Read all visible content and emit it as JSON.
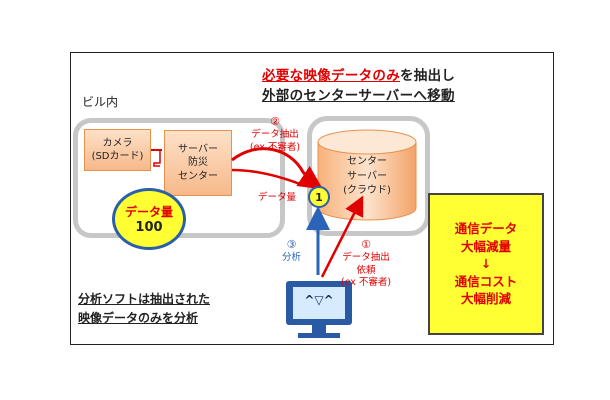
{
  "headline": {
    "line1_red": "必要な映像データのみ",
    "line1_tail": "を抽出し",
    "line2": "外部のセンターサーバーへ移動"
  },
  "building": {
    "label": "ビル内"
  },
  "camera": {
    "line1": "カメラ",
    "line2": "(SDカード)"
  },
  "disaster_server": {
    "line1": "サーバー",
    "line2": "防災",
    "line3": "センター"
  },
  "data_volume": {
    "label": "データ量",
    "value": "100"
  },
  "center_server": {
    "line1": "センター",
    "line2": "サーバー",
    "line3": "(クラウド)",
    "badge": "1"
  },
  "step2": {
    "num": "②",
    "line1": "データ抽出",
    "line2": "(ex 不審者)"
  },
  "step1": {
    "num": "①",
    "line1": "データ抽出",
    "line2": "依頼",
    "line3": "(ex 不審者)"
  },
  "step3": {
    "num": "③",
    "line1": "分析"
  },
  "arrow_label_volume": "データ量",
  "analysis_note": {
    "line1": "分析ソフトは抽出された",
    "line2": "映像データのみを分析"
  },
  "terminal_face": "^▽^",
  "result": {
    "line1": "通信データ",
    "line2": "大幅減量",
    "arrow": "↓",
    "line3": "通信コスト",
    "line4": "大幅削減"
  },
  "colors": {
    "red": "#e10000",
    "blue": "#2a63b7",
    "yellow": "#ffff33",
    "orange": "#f7b98a",
    "gray": "#c7c7c7"
  }
}
